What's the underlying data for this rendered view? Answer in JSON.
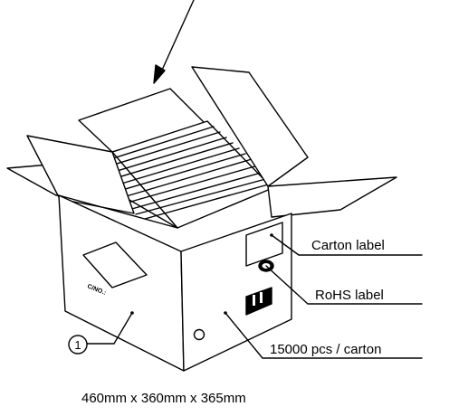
{
  "labels": {
    "carton_label": "Carton label",
    "rohs_label": "RoHS label",
    "quantity": "15000 pcs / carton",
    "marker_number": "1",
    "cno_mark": "C/NO.:",
    "dimensions": "460mm x 360mm x 365mm"
  },
  "colors": {
    "line": "#000000",
    "background": "#ffffff"
  }
}
